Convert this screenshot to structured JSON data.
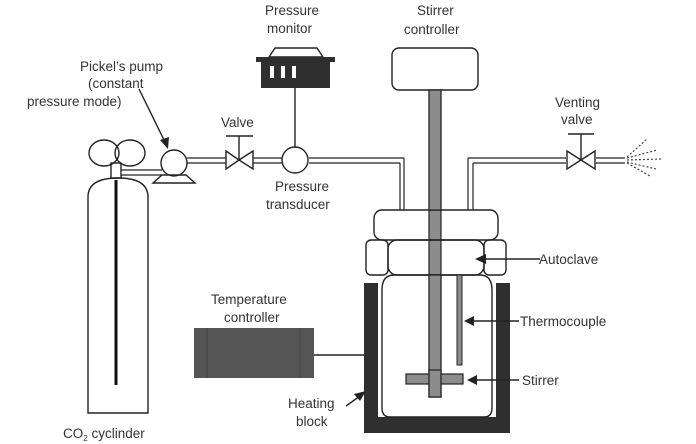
{
  "diagram": {
    "title": "Supercritical CO2 autoclave setup",
    "colors": {
      "outline": "#222222",
      "dark_fill": "#2f2f2f",
      "shaft_fill": "#8c8c8c",
      "controller_fill": "#555555",
      "label_text": "#333333"
    },
    "labels": {
      "pump_line1": "Pickel’s pump",
      "pump_line2": "(constant",
      "pump_line3": "pressure mode)",
      "valve": "Valve",
      "pressure_monitor_line1": "Pressure",
      "pressure_monitor_line2": "monitor",
      "pressure_transducer_line1": "Pressure",
      "pressure_transducer_line2": "transducer",
      "stirrer_controller_line1": "Stirrer",
      "stirrer_controller_line2": "controller",
      "venting_valve_line1": "Venting",
      "venting_valve_line2": "valve",
      "autoclave": "Autoclave",
      "thermocouple": "Thermocouple",
      "stirrer": "Stirrer",
      "temperature_controller_line1": "Temperature",
      "temperature_controller_line2": "controller",
      "heating_block_line1": "Heating",
      "heating_block_line2": "block",
      "co2_cylinder_prefix": "CO",
      "co2_cylinder_sub": "2",
      "co2_cylinder_suffix": " cyclinder"
    },
    "components": [
      "co2-cylinder",
      "pickels-pump",
      "valve",
      "pressure-transducer",
      "pressure-monitor",
      "stirrer-controller",
      "autoclave",
      "thermocouple",
      "stirrer",
      "heating-block",
      "temperature-controller",
      "venting-valve"
    ]
  }
}
